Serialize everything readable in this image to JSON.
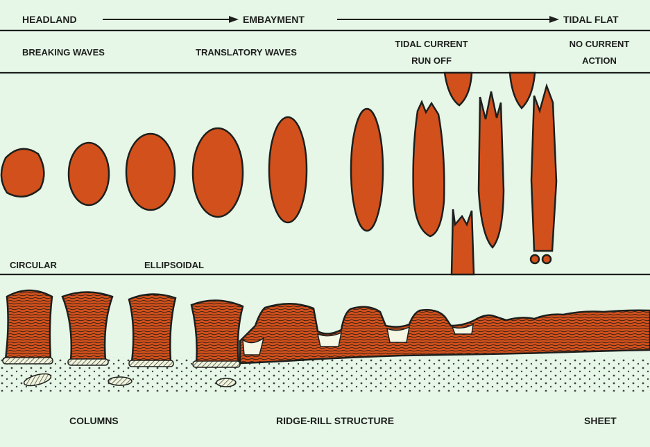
{
  "header": {
    "headland": "HEADLAND",
    "embayment": "EMBAYMENT",
    "tidal_flat": "TIDAL FLAT"
  },
  "processes": {
    "breaking_waves": "BREAKING WAVES",
    "translatory_waves": "TRANSLATORY WAVES",
    "tidal_current": "TIDAL CURRENT",
    "run_off": "RUN OFF",
    "no_current": "NO CURRENT",
    "action": "ACTION"
  },
  "plan_shapes": {
    "circular": "CIRCULAR",
    "ellipsoidal": "ELLIPSOIDAL"
  },
  "profiles": {
    "columns": "COLUMNS",
    "ridge_rill": "RIDGE-RILL STRUCTURE",
    "sheet": "SHEET"
  },
  "colors": {
    "background": "#e6f6e7",
    "fill": "#d2501c",
    "outline": "#1d1f1c"
  }
}
